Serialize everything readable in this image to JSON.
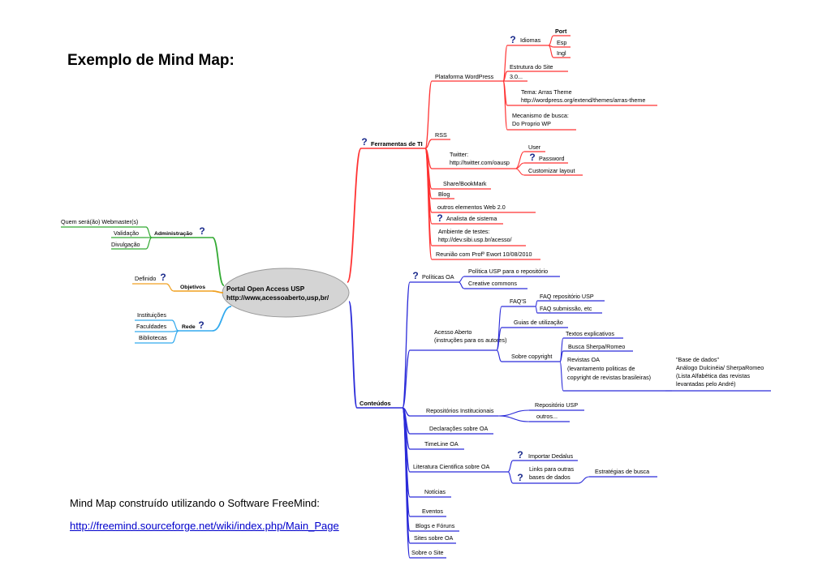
{
  "title": "Exemplo de Mind Map:",
  "caption": "Mind Map construído utilizando o Software FreeMind:",
  "link": "http://freemind.sourceforge.net/wiki/index.php/Main_Page",
  "colors": {
    "red": "#ff3333",
    "blue": "#2b2bd9",
    "green": "#33aa33",
    "orange": "#f0a020",
    "cyan": "#33aaee",
    "icon": "#1a2a8c"
  },
  "root": {
    "lines": [
      "Portal Open Access USP",
      "http://www,acessoaberto,usp,br/"
    ]
  },
  "nodes": {
    "ferramentas": "Ferramentas de TI",
    "plataforma": "Plataforma WordPress",
    "idiomas": "Idiomas",
    "port": "Port",
    "esp": "Esp",
    "ingl": "Ingl",
    "estrutura": "Estrutura do Site",
    "versao": "3.0...",
    "tema": [
      "Tema: Arras Theme",
      "http://wordpress.org/extend/themes/arras-theme"
    ],
    "mecanismo": [
      "Mecanismo de busca:",
      "Do Proprio WP"
    ],
    "rss": "RSS",
    "twitter": [
      "Twitter:",
      "http://twitter.com/oausp"
    ],
    "user": "User",
    "password": "Password",
    "customizar": "Customizar layout",
    "share": "Share/BookMark",
    "blog": "Blog",
    "outros_web": "outros elementos Web 2.0",
    "analista": "Analista de sistema",
    "ambiente": [
      "Ambiente de testes:",
      "http://dev.sibi.usp.br/acesso/"
    ],
    "reuniao": "Reunião com Profº Ewort 10/08/2010",
    "administracao": "Administração",
    "webmaster": "Quem será(ão) Webmaster(s)",
    "validacao": "Validação",
    "divulgacao": "Divulgação",
    "objetivos": "Objetivos",
    "definido": "Definido",
    "rede": "Rede",
    "instituicoes": "Instituições",
    "faculdades": "Faculdades",
    "bibliotecas": "Bibliotecas",
    "conteudos": "Conteúdos",
    "politicas": "Políticas OA",
    "politica_usp": "Política USP para o repositório",
    "creative": "Creative commons",
    "acesso_aberto": [
      "Acesso Aberto",
      "(instruções para os autores)"
    ],
    "faqs": "FAQ'S",
    "faq_repo": "FAQ repositório USP",
    "faq_sub": "FAQ submissão, etc",
    "guias": "Guias de utilização",
    "sobre_copy": "Sobre copyright",
    "textos": "Textos explicativos",
    "busca_sherpa": "Busca Sherpa/Romeo",
    "revistas": [
      "Revistas OA",
      "(levantamento politicas de",
      "copyright de revistas brasileiras)"
    ],
    "base_dados": [
      "\"Base de dados\"",
      "Análogo Dulcinéia/ SherpaRomeo",
      "(Lista Alfabética das revistas",
      "levantadas pelo André)"
    ],
    "repositorios": "Repositórios Institucionais",
    "repo_usp": "Repositório USP",
    "outros_repo": "outros...",
    "declaracoes": "Declarações sobre OA",
    "timeline": "TimeLine OA",
    "literatura": "Literatura Cientifica sobre OA",
    "importar": "Importar Dedalus",
    "links_bases": [
      "Links para outras",
      "bases de dados"
    ],
    "estrategias": "Estratégias de busca",
    "noticias": "Notícias",
    "eventos": "Eventos",
    "blogs_foruns": "Blogs e Fóruns",
    "sites": "Sites sobre OA",
    "sobre_site": "Sobre o Site"
  }
}
